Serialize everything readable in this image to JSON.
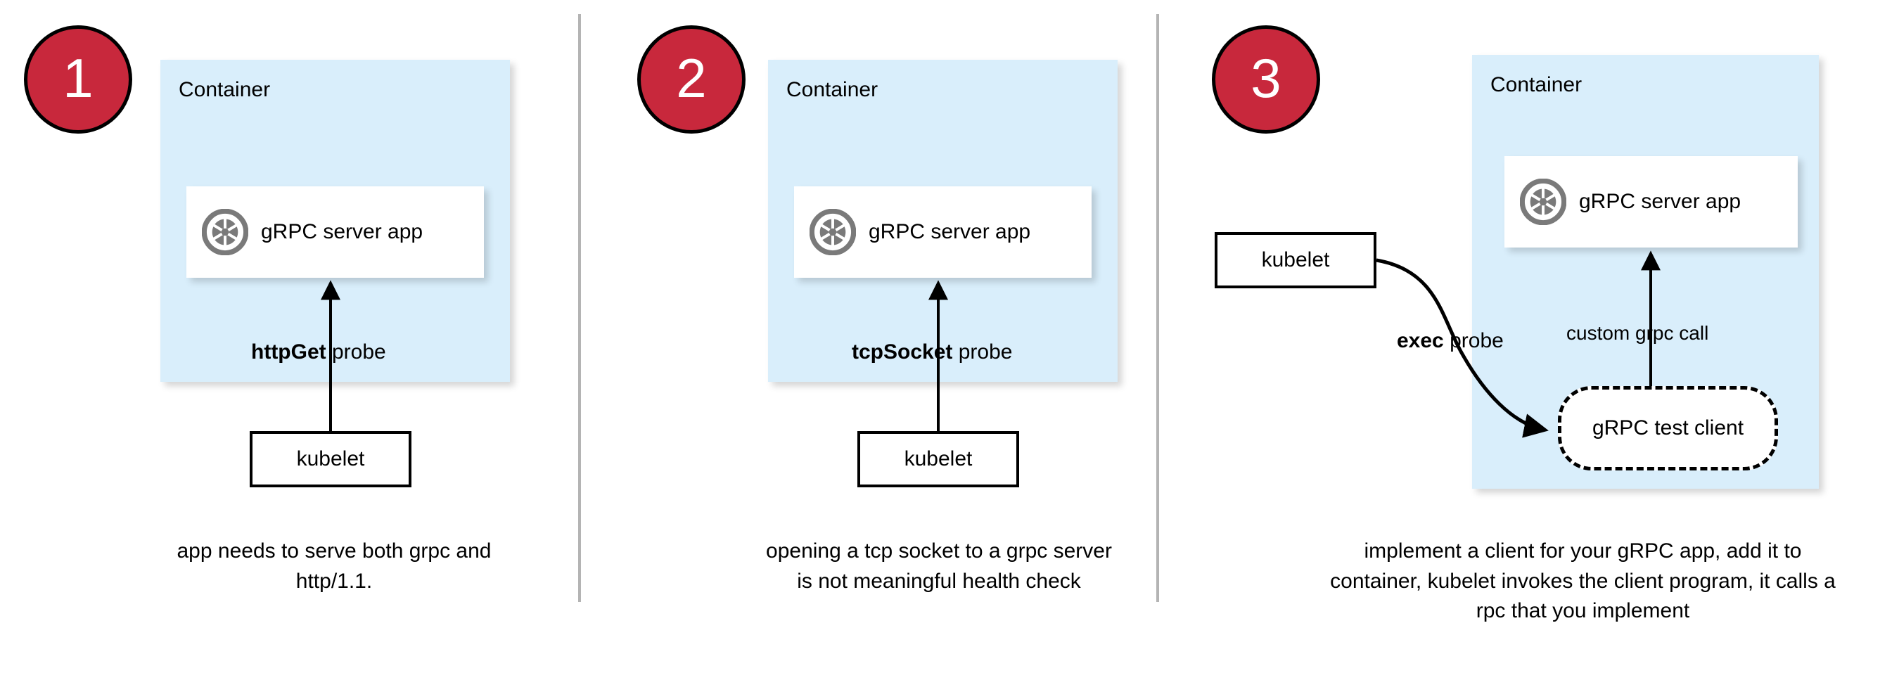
{
  "diagram": {
    "title": "gRPC health probe approaches in Kubernetes",
    "colors": {
      "badge_fill": "#c8283c",
      "badge_text": "#ffffff",
      "container_fill": "#d9eefb",
      "card_fill": "#ffffff",
      "stroke": "#000000",
      "icon_gray": "#7a7a7a",
      "divider": "#b4b4b4"
    },
    "panels": [
      {
        "badge": "1",
        "container_label": "Container",
        "app_label": "gRPC server app",
        "app_icon": "grpc-logo-icon",
        "probe_label_bold": "httpGet",
        "probe_label_rest": " probe",
        "kubelet_label": "kubelet",
        "caption": "app needs to serve both grpc and http/1.1."
      },
      {
        "badge": "2",
        "container_label": "Container",
        "app_label": "gRPC server app",
        "app_icon": "grpc-logo-icon",
        "probe_label_bold": "tcpSocket",
        "probe_label_rest": " probe",
        "kubelet_label": "kubelet",
        "caption": "opening a tcp socket to a grpc server is not meaningful health check"
      },
      {
        "badge": "3",
        "container_label": "Container",
        "app_label": "gRPC server app",
        "app_icon": "grpc-logo-icon",
        "probe_label_bold": "exec",
        "probe_label_rest": " probe",
        "kubelet_label": "kubelet",
        "test_client_label": "gRPC test client",
        "call_label": "custom grpc call",
        "caption": "implement a client for your gRPC app, add it to container, kubelet invokes the client program, it calls a rpc that you implement"
      }
    ]
  }
}
